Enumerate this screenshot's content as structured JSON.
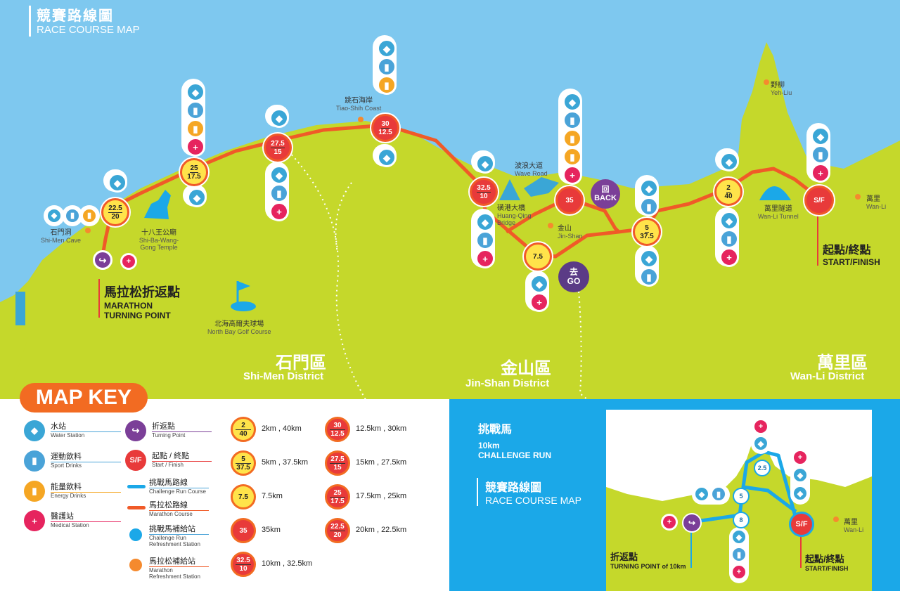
{
  "header": {
    "title_zh": "競賽路線圖",
    "title_en": "RACE COURSE MAP"
  },
  "places": [
    {
      "zh": "跳石海岸",
      "en": "Tiao-Shih Coast"
    },
    {
      "zh": "野柳",
      "en": "Yeh-Liu"
    },
    {
      "zh": "石門洞",
      "en": "Shi-Men Cave"
    },
    {
      "zh": "十八王公廟",
      "en": "Shi-Ba-Wang-Gong Temple"
    },
    {
      "zh": "北海高爾夫球場",
      "en": "North Bay Golf Course"
    },
    {
      "zh": "波浪大道",
      "en": "Wave Road"
    },
    {
      "zh": "磺港大橋",
      "en": "Huang-Qing Bridge"
    },
    {
      "zh": "金山",
      "en": "Jin-Shan"
    },
    {
      "zh": "萬里隧道",
      "en": "Wan-Li Tunnel"
    },
    {
      "zh": "萬里",
      "en": "Wan-Li"
    }
  ],
  "districts": [
    {
      "zh": "石門區",
      "en": "Shi-Men District"
    },
    {
      "zh": "金山區",
      "en": "Jin-Shan District"
    },
    {
      "zh": "萬里區",
      "en": "Wan-Li District"
    }
  ],
  "turning_point": {
    "zh": "馬拉松折返點",
    "en1": "MARATHON",
    "en2": "TURNING POINT"
  },
  "start_finish": {
    "zh": "起點/終點",
    "en": "START/FINISH"
  },
  "back_go": {
    "back_zh": "回",
    "back_en": "BACK",
    "go_zh": "去",
    "go_en": "GO"
  },
  "markers": {
    "m22_5": [
      "22.5",
      "20"
    ],
    "m25": [
      "25",
      "17.5"
    ],
    "m27_5": [
      "27.5",
      "15"
    ],
    "m30": [
      "30",
      "12.5"
    ],
    "m32_5": [
      "32.5",
      "10"
    ],
    "m35": [
      "35"
    ],
    "m7_5": [
      "7.5"
    ],
    "m5": [
      "5",
      "37.5"
    ],
    "m2": [
      "2",
      "40"
    ],
    "sf": "S/F"
  },
  "key": {
    "title": "MAP KEY",
    "items": [
      {
        "zh": "水站",
        "en": "Water Station",
        "icon": "water-drop-icon"
      },
      {
        "zh": "運動飲料",
        "en": "Sport Drinks",
        "icon": "sport-drink-icon"
      },
      {
        "zh": "能量飲料",
        "en": "Energy Drinks",
        "icon": "energy-drink-icon"
      },
      {
        "zh": "醫護站",
        "en": "Medical Station",
        "icon": "medical-cross-icon"
      },
      {
        "zh": "折返點",
        "en": "Turning Point",
        "icon": "turn-arrow-icon"
      },
      {
        "zh": "起點 / 終點",
        "en": "Start / Finish",
        "icon": "start-finish-icon",
        "label": "S/F"
      },
      {
        "zh": "挑戰馬路線",
        "en": "Challenge Run Course"
      },
      {
        "zh": "馬拉松路線",
        "en": "Marathon  Course"
      },
      {
        "zh": "挑戰馬補給站",
        "en1": "Challenge Run",
        "en2": "Refreshment Station"
      },
      {
        "zh": "馬拉松補給站",
        "en1": "Marathon",
        "en2": "Refreshment Station"
      }
    ],
    "distances": [
      {
        "top": "2",
        "bottom": "40",
        "text": "2km , 40km"
      },
      {
        "top": "5",
        "bottom": "37.5",
        "text": "5km , 37.5km"
      },
      {
        "top": "7.5",
        "bottom": "",
        "text": "7.5km"
      },
      {
        "top": "35",
        "bottom": "",
        "text": "35km"
      },
      {
        "top": "32.5",
        "bottom": "10",
        "text": "10km , 32.5km"
      },
      {
        "top": "30",
        "bottom": "12.5",
        "text": "12.5km , 30km"
      },
      {
        "top": "27.5",
        "bottom": "15",
        "text": "15km , 27.5km"
      },
      {
        "top": "25",
        "bottom": "17.5",
        "text": "17.5km , 25km"
      },
      {
        "top": "22.5",
        "bottom": "20",
        "text": "20km , 22.5km"
      }
    ]
  },
  "challenge": {
    "zh": "挑戰馬",
    "en1": "10km",
    "en2": "CHALLENGE RUN",
    "map_zh": "競賽路線圖",
    "map_en": "RACE COURSE MAP",
    "turn_zh": "折返點",
    "turn_en": "TURNING POINT of 10km",
    "sf_zh": "起點/終點",
    "sf_en": "START/FINISH",
    "wanli_zh": "萬里",
    "wanli_en": "Wan-Li",
    "markers": [
      "2.5",
      "5",
      "8"
    ],
    "sf": "S/F"
  },
  "colors": {
    "sea": "#7ec8ef",
    "land": "#c5d82b",
    "marathon": "#f05a28",
    "challenge": "#1ba8e8",
    "water": "#3aa6d6",
    "medical": "#e6245e",
    "turn": "#7b3f98",
    "sf_red": "#e83a3a",
    "marker_yellow": "#ffe34a"
  }
}
